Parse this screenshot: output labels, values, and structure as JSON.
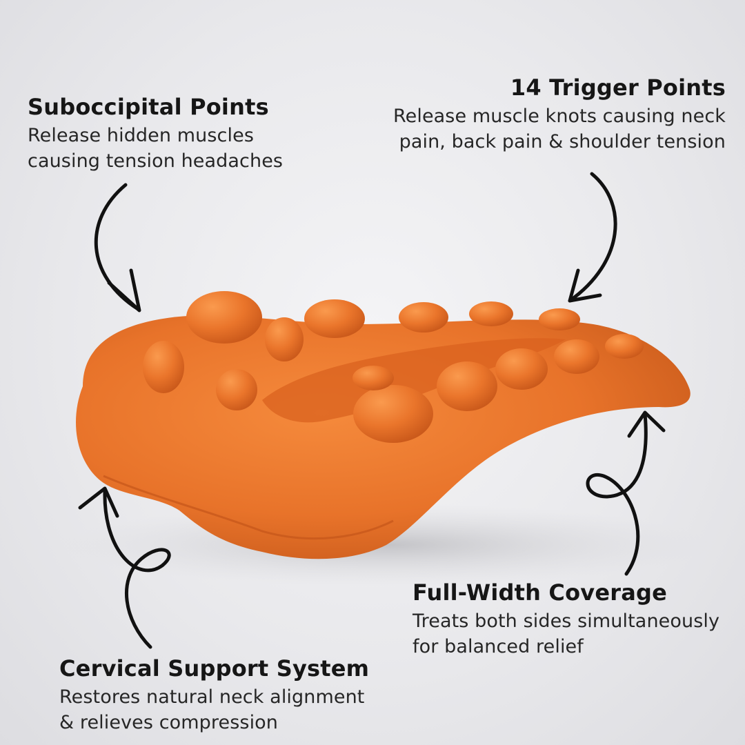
{
  "callouts": {
    "suboccipital": {
      "title": "Suboccipital Points",
      "line1": "Release hidden muscles",
      "line2": "causing tension headaches"
    },
    "trigger": {
      "title": "14 Trigger Points",
      "line1": "Release muscle knots causing neck",
      "line2": "pain, back pain & shoulder tension"
    },
    "coverage": {
      "title": "Full-Width Coverage",
      "line1": "Treats both sides simultaneously",
      "line2": "for balanced relief"
    },
    "cervical": {
      "title": "Cervical Support System",
      "line1": "Restores natural neck alignment",
      "line2": "& relieves compression"
    }
  },
  "colors": {
    "product": "#e8732a",
    "product_dark": "#c9581a",
    "text": "#161616",
    "background": "#ececef"
  }
}
